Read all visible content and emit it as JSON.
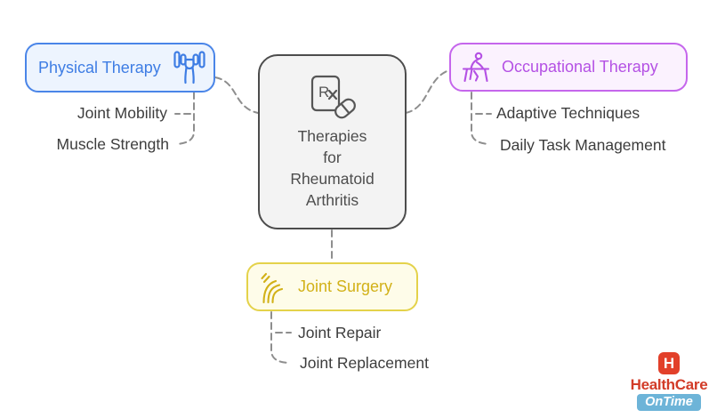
{
  "center": {
    "lines": [
      "Therapies",
      "for",
      "Rheumatoid",
      "Arthritis"
    ],
    "icon": "rx-prescription-pill-icon"
  },
  "branches": [
    {
      "label": "Physical Therapy",
      "icon": "hand-dumbbell-icon",
      "children": [
        "Joint Mobility",
        "Muscle Strength"
      ]
    },
    {
      "label": "Occupational Therapy",
      "icon": "person-at-desk-icon",
      "children": [
        "Adaptive Techniques",
        "Daily Task Management"
      ]
    },
    {
      "label": "Joint Surgery",
      "icon": "joint-tendon-icon",
      "children": [
        "Joint Repair",
        "Joint Replacement"
      ]
    }
  ],
  "logo": {
    "monogram": "H",
    "name": "HealthCare",
    "tagline": "OnTime"
  },
  "colors": {
    "physical_accent": "#4a85e8",
    "physical_fill": "#edf4fe",
    "occupational_accent": "#c566ec",
    "occupational_fill": "#fbf2fe",
    "surgery_accent": "#e4d24a",
    "surgery_text": "#d2b118",
    "surgery_fill": "#fefce9",
    "center_border": "#4c4c4c",
    "center_fill": "#f3f3f3",
    "leaf_text": "#3d3d3d",
    "connector": "#8e8e8e",
    "logo_red": "#e2402a",
    "logo_blue": "#6db4d8"
  }
}
